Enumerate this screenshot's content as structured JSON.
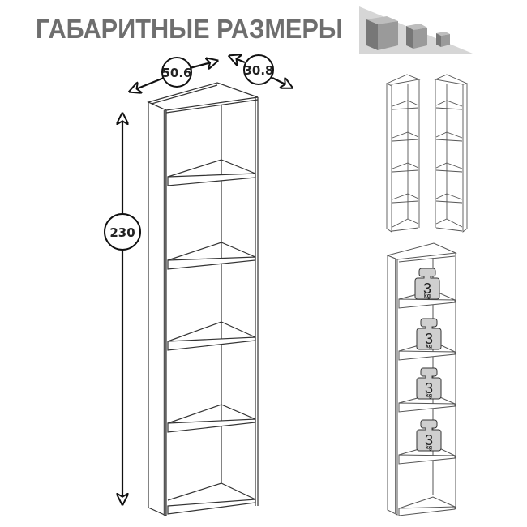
{
  "header": {
    "title": "ГАБАРИТНЫЕ РАЗМЕРЫ",
    "icon": "cubes-size-icon"
  },
  "dimensions": {
    "width": "50.6",
    "depth": "30.8",
    "height": "230"
  },
  "main_drawing": {
    "description": "Corner shelving unit, 5 compartments",
    "shelves": 5
  },
  "variants": {
    "left_label": "left-orientation",
    "right_label": "right-orientation"
  },
  "load": {
    "weights": [
      {
        "value": "3",
        "unit": "kg"
      },
      {
        "value": "3",
        "unit": "kg"
      },
      {
        "value": "3",
        "unit": "kg"
      },
      {
        "value": "3",
        "unit": "kg"
      }
    ]
  },
  "colors": {
    "title": "#6e6e6e",
    "line": "#333333",
    "cube_dark": "#7a7a7a",
    "cube_light": "#a8a8a8",
    "weight_fill": "#cfcfcf"
  }
}
